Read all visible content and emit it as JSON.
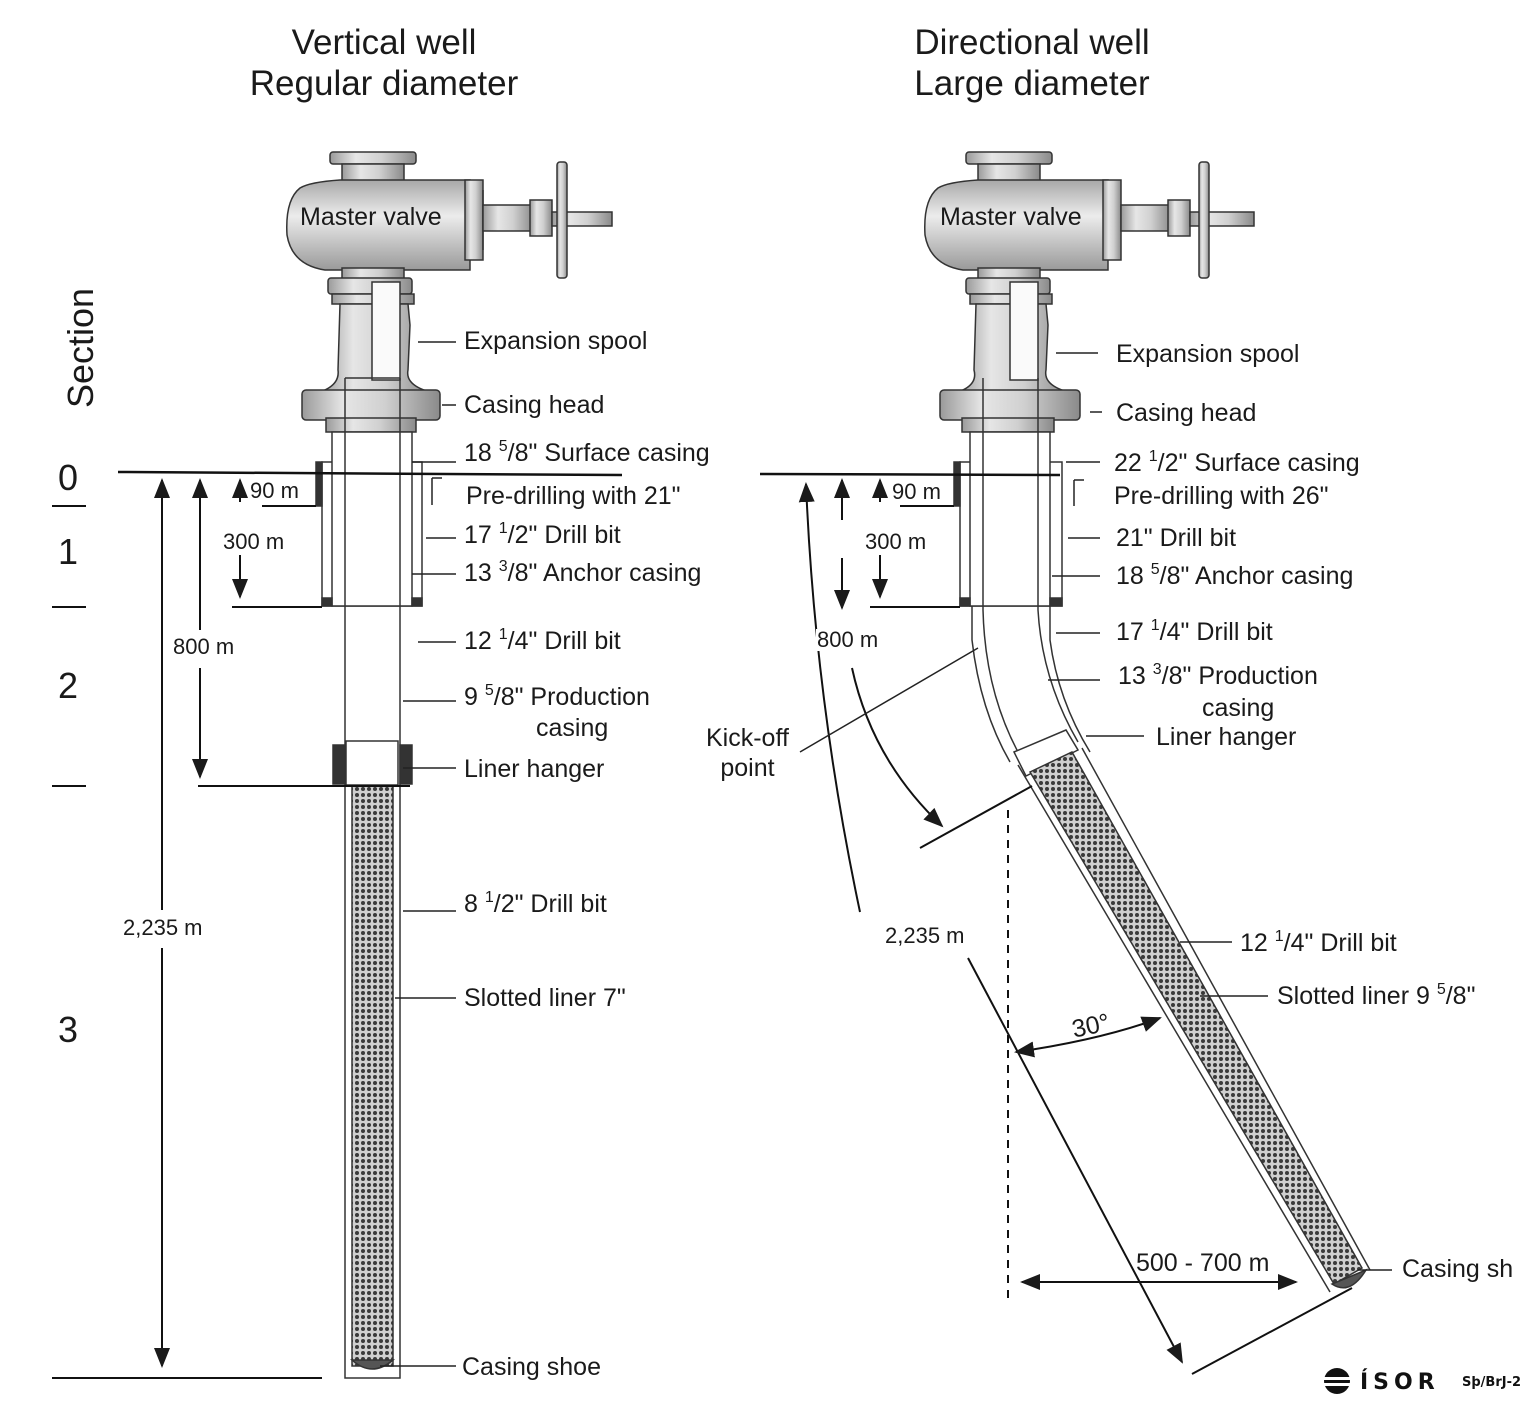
{
  "left_well": {
    "title_line1": "Vertical well",
    "title_line2": "Regular diameter",
    "master_valve": "Master valve",
    "labels": {
      "expansion_spool": "Expansion spool",
      "casing_head": "Casing head",
      "surface_casing_pre": "18 ",
      "surface_casing_sup": "5",
      "surface_casing_post": "/8\" Surface casing",
      "predrilling": "Pre-drilling with 21\"",
      "drill_bit_1_pre": "17 ",
      "drill_bit_1_sup": "1",
      "drill_bit_1_post": "/2\" Drill bit",
      "anchor_pre": "13 ",
      "anchor_sup": "3",
      "anchor_post": "/8\" Anchor casing",
      "drill_bit_2_pre": "12 ",
      "drill_bit_2_sup": "1",
      "drill_bit_2_post": "/4\" Drill bit",
      "production_pre": "9 ",
      "production_sup": "5",
      "production_post": "/8\" Production",
      "production_line2": "casing",
      "liner_hanger": "Liner hanger",
      "drill_bit_3_pre": "8 ",
      "drill_bit_3_sup": "1",
      "drill_bit_3_post": "/2\" Drill bit",
      "slotted_liner": "Slotted liner 7\"",
      "casing_shoe": "Casing shoe"
    },
    "measurements": {
      "m90": "90 m",
      "m300": "300 m",
      "m800": "800 m",
      "m2235": "2,235 m"
    }
  },
  "right_well": {
    "title_line1": "Directional well",
    "title_line2": "Large diameter",
    "master_valve": "Master valve",
    "labels": {
      "expansion_spool": "Expansion spool",
      "casing_head": "Casing head",
      "surface_casing_pre": "22 ",
      "surface_casing_sup": "1",
      "surface_casing_post": "/2\" Surface casing",
      "predrilling": "Pre-drilling with 26\"",
      "drill_bit_1": "21\" Drill bit",
      "anchor_pre": "18 ",
      "anchor_sup": "5",
      "anchor_post": "/8\" Anchor casing",
      "drill_bit_2_pre": "17 ",
      "drill_bit_2_sup": "1",
      "drill_bit_2_post": "/4\" Drill bit",
      "production_pre": "13 ",
      "production_sup": "3",
      "production_post": "/8\" Production",
      "production_line2": "casing",
      "liner_hanger": "Liner hanger",
      "kickoff_line1": "Kick-off",
      "kickoff_line2": "point",
      "drill_bit_3_pre": "12 ",
      "drill_bit_3_sup": "1",
      "drill_bit_3_post": "/4\" Drill bit",
      "slotted_pre": "Slotted liner 9 ",
      "slotted_sup": "5",
      "slotted_post": "/8\"",
      "casing_shoe": "Casing sh",
      "angle": "30°",
      "offset": "500 - 700 m"
    },
    "measurements": {
      "m90": "90 m",
      "m300": "300 m",
      "m800": "800 m",
      "m2235": "2,235 m"
    }
  },
  "section": {
    "title": "Section",
    "numbers": [
      "0",
      "1",
      "2",
      "3"
    ]
  },
  "footer": {
    "logo_text": "ÍSOR",
    "code": "Sþ/BrJ-2"
  }
}
